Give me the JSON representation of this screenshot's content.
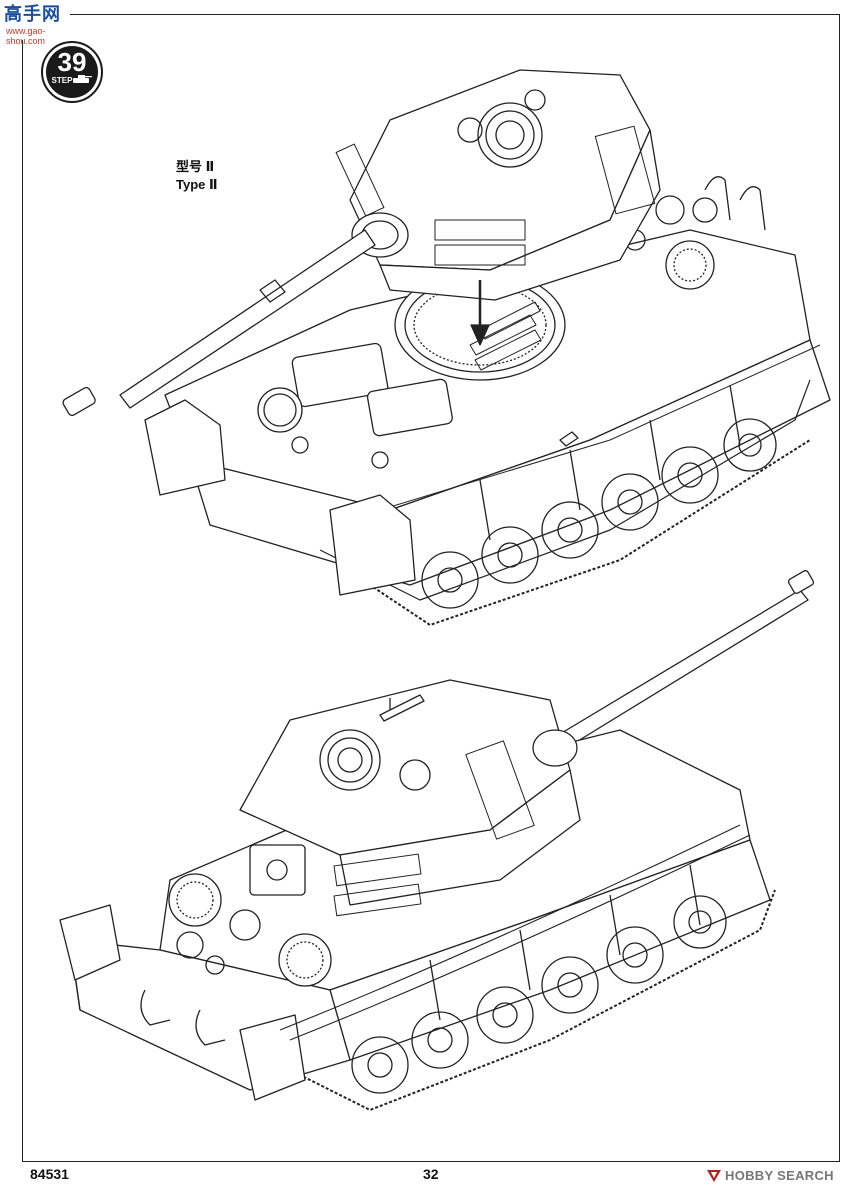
{
  "watermark": {
    "name_cn": "高手网",
    "url": "www.gao-shou.com"
  },
  "step": {
    "number": "39",
    "label": "STEP"
  },
  "variant": {
    "label_cn": "型号 Ⅱ",
    "label_en": "Type Ⅱ"
  },
  "footer": {
    "product_code": "84531",
    "page_number": "32",
    "brand": "HOBBY SEARCH"
  },
  "colors": {
    "line": "#222222",
    "badge_bg": "#1a1a1a",
    "badge_text": "#ffffff",
    "watermark_blue": "#1a4fa0",
    "watermark_red": "#c43a2a",
    "brand_gray": "#777777",
    "brand_logo_red": "#b0221f"
  },
  "icons": {
    "step": "step-badge-icon",
    "arrow": "down-arrow-icon",
    "brand": "hobby-search-logo-icon"
  }
}
